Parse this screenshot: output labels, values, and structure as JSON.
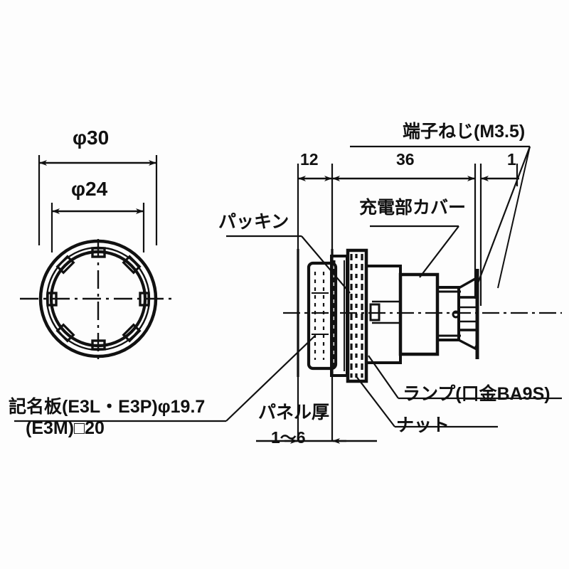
{
  "drawing": {
    "title": "Pushbutton switch dimensional drawing",
    "background_color": "#fdfdfd",
    "line_color": "#111111",
    "views": {
      "front_view": {
        "name": "front-circular-view",
        "outer_diameter_label": "φ30",
        "inner_diameter_label": "φ24",
        "tab_count": 8
      },
      "side_view": {
        "name": "side-section-view"
      }
    }
  },
  "dimensions": {
    "phi30": "φ30",
    "phi24": "φ24",
    "len12": "12",
    "len36": "36",
    "len1": "1",
    "panel_range": "1～6"
  },
  "callouts": {
    "terminal_screw": "端子ねじ(M3.5)",
    "live_part_cover": "充電部カバー",
    "packing": "パッキン",
    "lamp": "ランプ(口金BA9S)",
    "nut": "ナット",
    "panel_thickness": "パネル厚",
    "nameplate_line1": "記名板(E3L・E3P)φ19.7",
    "nameplate_line2": "(E3M)□20"
  },
  "icons": {
    "arrow": "dimension-arrow-icon",
    "centerline": "center-line-icon"
  }
}
